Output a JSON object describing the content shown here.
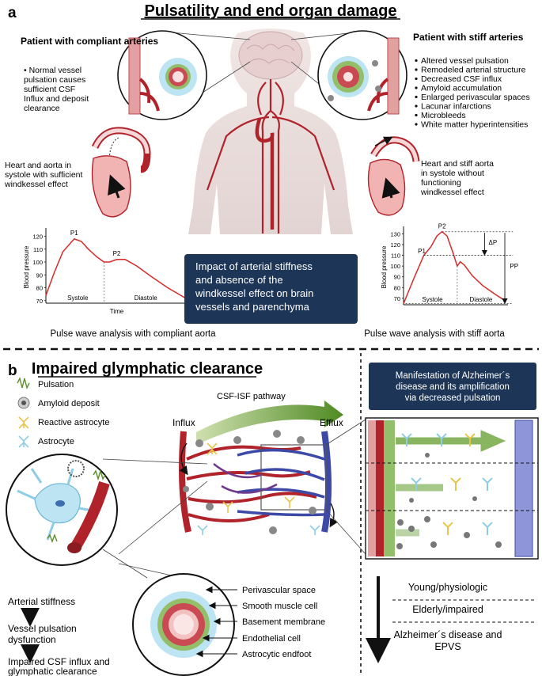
{
  "panel_a": {
    "letter": "a",
    "title": "Pulsatility and end organ damage",
    "left_heading": "Patient with compliant arteries",
    "left_bullet": [
      "• Normal vessel",
      "pulsation causes",
      "sufficient CSF",
      "Influx and deposit",
      "clearance"
    ],
    "right_heading": "Patient with stiff arteries",
    "right_bullets": [
      "Altered vessel pulsation",
      "Remodeled arterial structure",
      "Decreased CSF influx",
      "Amyloid accumulation",
      "Enlarged perivascular spaces",
      "Lacunar infarctions",
      "Microbleeds",
      "White matter hyperintensities"
    ],
    "left_heart_caption": [
      "Heart and aorta in",
      "systole with sufficient",
      "windkessel effect"
    ],
    "right_heart_caption": [
      "Heart and stiff aorta",
      "in systole without",
      "functioning",
      "windkessel effect"
    ],
    "center_box": [
      "Impact of arterial stiffness",
      "and absence of the",
      "windkessel effect on brain",
      "vessels and parenchyma"
    ],
    "left_plot_caption": "Pulse wave analysis with compliant aorta",
    "right_plot_caption": "Pulse wave analysis with stiff aorta"
  },
  "chart_data": [
    {
      "type": "line",
      "ylabel": "Blood pressure",
      "xlabel": "Time",
      "yticks": [
        "120",
        "110",
        "100",
        "90",
        "80",
        "70"
      ],
      "phase_labels": [
        "Systole",
        "Diastole"
      ],
      "peak_labels": [
        "P1",
        "P2"
      ],
      "curve": [
        [
          0,
          74
        ],
        [
          0.06,
          92
        ],
        [
          0.12,
          108
        ],
        [
          0.2,
          118
        ],
        [
          0.25,
          116
        ],
        [
          0.3,
          110
        ],
        [
          0.36,
          104
        ],
        [
          0.41,
          100
        ],
        [
          0.45,
          100
        ],
        [
          0.5,
          102
        ],
        [
          0.56,
          102
        ],
        [
          0.64,
          97
        ],
        [
          0.74,
          89
        ],
        [
          0.86,
          80
        ],
        [
          1,
          71
        ]
      ]
    },
    {
      "type": "line",
      "ylabel": "Blood pressure",
      "xlabel": "",
      "yticks": [
        "130",
        "120",
        "110",
        "100",
        "90",
        "80",
        "70"
      ],
      "phase_labels": [
        "Systole",
        "Diastole"
      ],
      "peak_labels": [
        "P2",
        "P1"
      ],
      "annotations": [
        "ΔP",
        "PP"
      ],
      "curve": [
        [
          0,
          65
        ],
        [
          0.1,
          88
        ],
        [
          0.2,
          110
        ],
        [
          0.27,
          118
        ],
        [
          0.33,
          128
        ],
        [
          0.38,
          132
        ],
        [
          0.43,
          128
        ],
        [
          0.49,
          112
        ],
        [
          0.53,
          100
        ],
        [
          0.56,
          104
        ],
        [
          0.6,
          101
        ],
        [
          0.68,
          91
        ],
        [
          0.78,
          82
        ],
        [
          0.9,
          74
        ],
        [
          1,
          68
        ]
      ]
    }
  ],
  "panel_b": {
    "letter": "b",
    "title": "Impaired glymphatic clearance",
    "legend": [
      "Pulsation",
      "Amyloid deposit",
      "Reactive astrocyte",
      "Astrocyte"
    ],
    "pathway_label": "CSF-ISF pathway",
    "influx_label": "Influx",
    "efflux_label": "Efflux",
    "flow": [
      "Arterial stiffness",
      "Vessel pulsation",
      "dysfunction",
      "Impaired CSF influx and",
      "glymphatic clearance"
    ],
    "layers": [
      "Perivascular space",
      "Smooth muscle cell",
      "Basement membrane",
      "Endothelial cell",
      "Astrocytic endfoot"
    ],
    "ad_box": [
      "Manifestation of Alzheimer´s",
      "disease and its amplification",
      "via decreased pulsation"
    ],
    "stages": [
      "Young/physiologic",
      "Elderly/impaired",
      "Alzheimer´s disease and",
      "EPVS"
    ]
  },
  "colors": {
    "navy": "#1d3557",
    "artery": "#b0232b",
    "vein": "#3d49a6",
    "astro": "#8ecde6",
    "reactive": "#e9c44b",
    "green": "#5a8f2a"
  }
}
